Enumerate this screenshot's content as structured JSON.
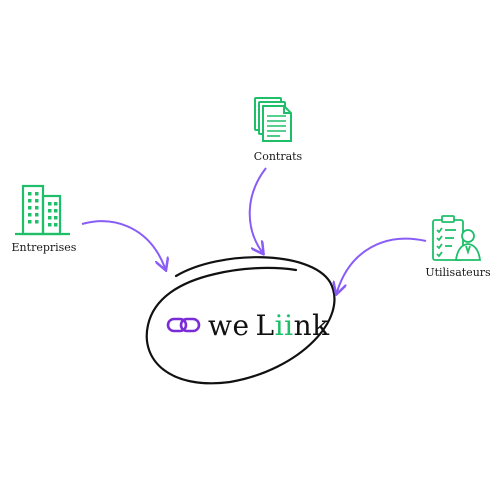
{
  "nodes": {
    "entreprises": {
      "label": "Entreprises",
      "icon": "building-icon"
    },
    "contrats": {
      "label": "Contrats",
      "icon": "documents-icon"
    },
    "utilisateurs": {
      "label": "Utilisateurs",
      "icon": "user-checklist-icon"
    }
  },
  "brand": {
    "part1": "we",
    "part2": "L",
    "part3": "ii",
    "part4": "nk",
    "logo_icon": "chain-link-icon"
  },
  "colors": {
    "icon_green": "#1fbf6a",
    "arrow_purple": "#8a5cf6",
    "link_purple": "#7b2cd9",
    "outline_black": "#111111"
  }
}
